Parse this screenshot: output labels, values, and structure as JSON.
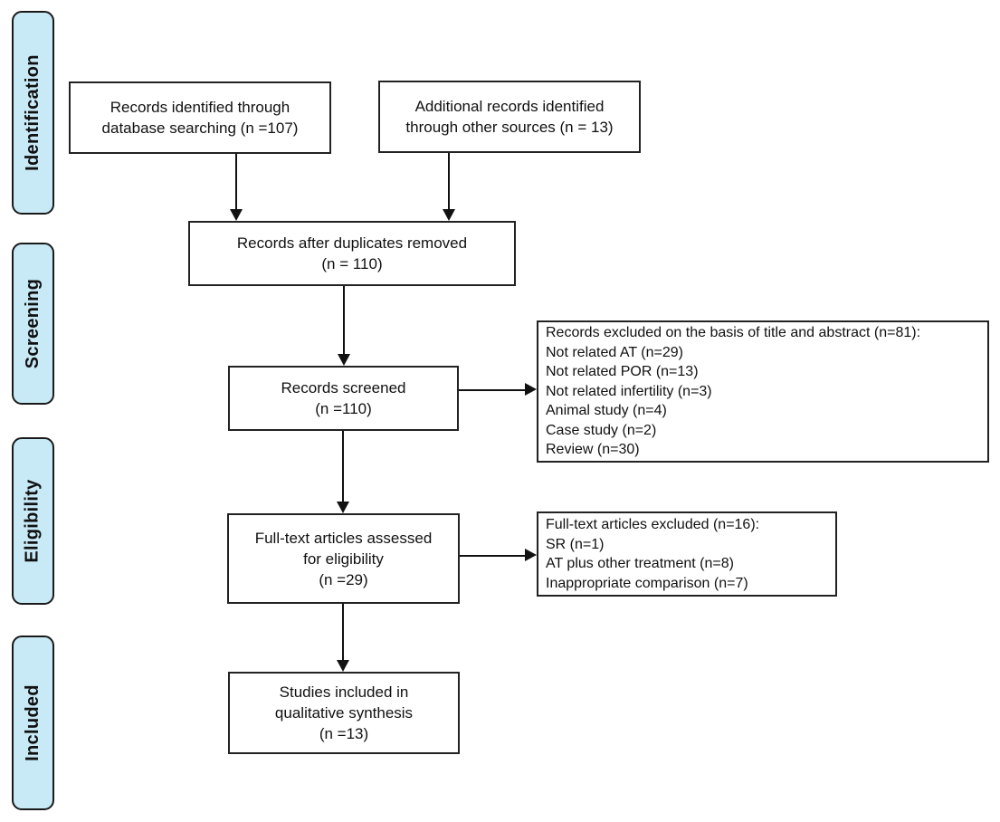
{
  "stages": [
    {
      "label": "Identification"
    },
    {
      "label": "Screening"
    },
    {
      "label": "Eligibility"
    },
    {
      "label": "Included"
    }
  ],
  "boxes": {
    "identified": {
      "lines": [
        "Records identified through",
        "database searching (n =107)"
      ]
    },
    "additional": {
      "lines": [
        "Additional records identified",
        "through other sources (n = 13)"
      ]
    },
    "deduplicated": {
      "lines": [
        "Records after duplicates removed",
        "(n = 110)"
      ]
    },
    "screened": {
      "lines": [
        "Records screened",
        "(n =110)"
      ]
    },
    "excluded_screening": {
      "lines": [
        "Records excluded on the basis of title and abstract (n=81):",
        "Not related AT (n=29)",
        "Not related POR (n=13)",
        "Not related infertility (n=3)",
        "Animal study (n=4)",
        "Case study (n=2)",
        "Review (n=30)"
      ]
    },
    "fulltext_assessed": {
      "lines": [
        "Full-text articles assessed",
        "for eligibility",
        "(n =29)"
      ]
    },
    "excluded_fulltext": {
      "lines": [
        "Full-text articles excluded (n=16):",
        "SR (n=1)",
        "AT plus other treatment (n=8)",
        "Inappropriate comparison (n=7)"
      ]
    },
    "included_qualitative": {
      "lines": [
        "Studies included in",
        "qualitative synthesis",
        "(n =13)"
      ]
    }
  },
  "colors": {
    "stage_fill": "#c8eaf7",
    "stage_border": "#1a1a1a",
    "box_border": "#222222",
    "arrow": "#111111",
    "text": "#111111",
    "background": "#ffffff"
  }
}
